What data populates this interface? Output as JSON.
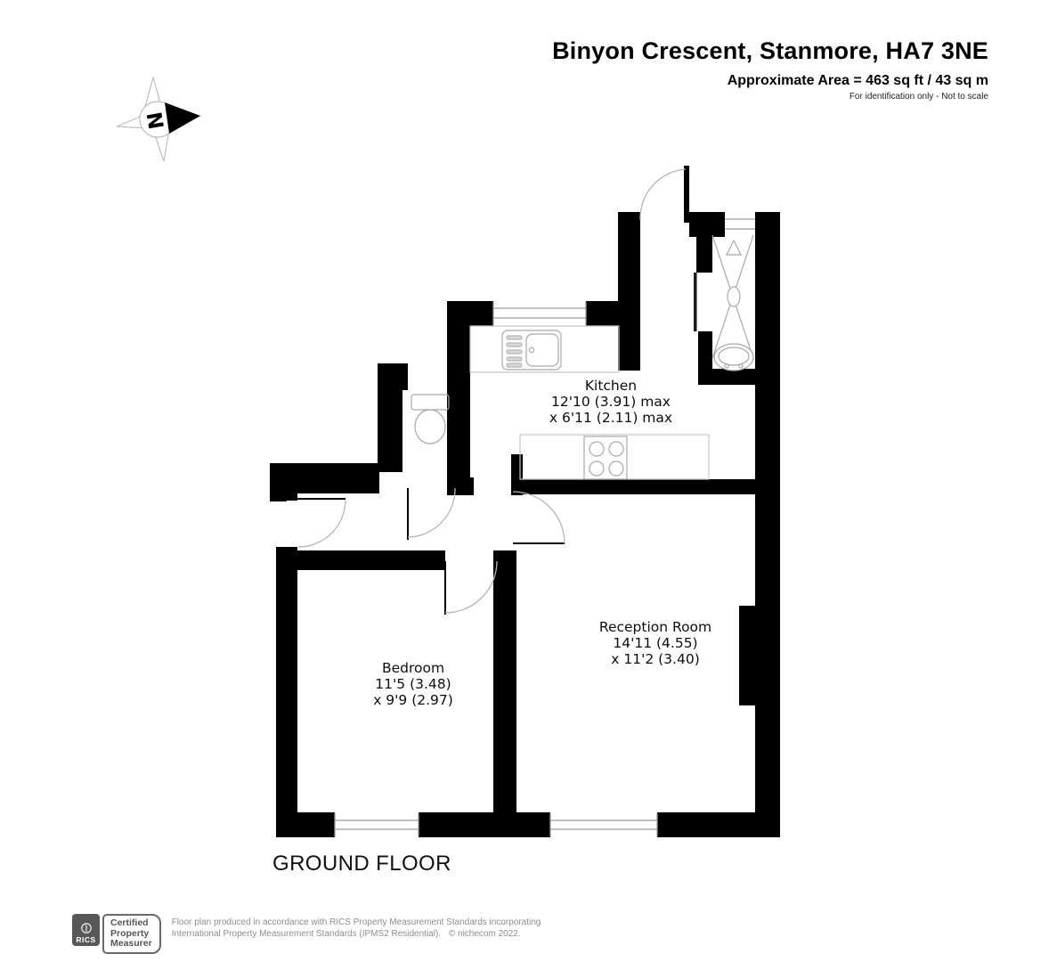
{
  "header": {
    "title": "Binyon Crescent, Stanmore, HA7 3NE",
    "area_line": "Approximate Area = 463 sq ft / 43 sq m",
    "note": "For identification only - Not to scale"
  },
  "compass": {
    "label": "N"
  },
  "plan": {
    "floor_label": "GROUND FLOOR",
    "rooms": [
      {
        "name": "Kitchen",
        "dim1": "12'10 (3.91) max",
        "dim2": "x 6'11 (2.11) max"
      },
      {
        "name": "Reception Room",
        "dim1": "14'11 (4.55)",
        "dim2": "x 11'2 (3.40)"
      },
      {
        "name": "Bedroom",
        "dim1": "11'5 (3.48)",
        "dim2": "x 9'9 (2.97)"
      }
    ],
    "fixtures": [
      "shower",
      "wash-basin",
      "toilet",
      "kitchen-sink-drainer",
      "hob",
      "worktop"
    ],
    "colors": {
      "wall": "#000000",
      "fixture_line": "#9b9b9b",
      "door_arc": "#b5b5b5"
    }
  },
  "footer": {
    "rics_logo_text": "RICS",
    "badge_line1": "Certified",
    "badge_line2": "Property",
    "badge_line3": "Measurer",
    "disclaimer_line1": "Floor plan produced in accordance with RICS Property Measurement Standards incorporating",
    "disclaimer_line2": "International Property Measurement Standards (IPMS2 Residential).",
    "copyright": "© nichecom 2022."
  }
}
